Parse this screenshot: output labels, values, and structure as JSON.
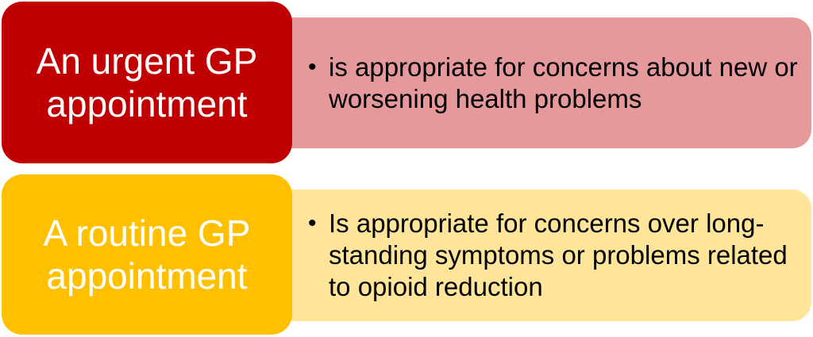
{
  "rows": [
    {
      "label": "An urgent GP appointment",
      "detail": "is appropriate for concerns about new or worsening health problems",
      "label_color": "#c00000",
      "detail_color": "#e6999a",
      "label_text_color": "#ffffff"
    },
    {
      "label": "A routine GP appointment",
      "detail": "Is appropriate for concerns over long-standing symptoms or problems related to opioid reduction",
      "label_color": "#ffc000",
      "detail_color": "#ffe599",
      "label_text_color": "#ffffff"
    }
  ],
  "bullet_glyph": "•"
}
